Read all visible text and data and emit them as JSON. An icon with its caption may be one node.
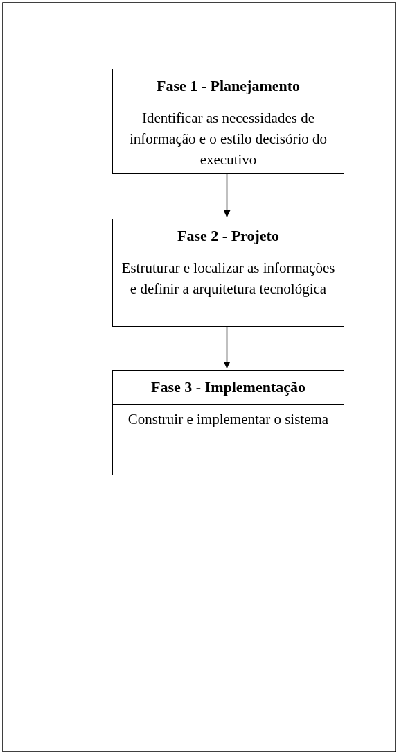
{
  "diagram": {
    "nodes": [
      {
        "text": [
          "Fase 1 - Planejamento",
          "Identificar as necessidades de informação e o estilo decisório do executivo"
        ]
      },
      {
        "text": [
          "Fase 2 - Projeto",
          "Estruturar e localizar as informações e definir a arquitetura tecnológica"
        ]
      },
      {
        "text": [
          "Fase 3 - Implementação",
          "Construir e implementar o sistema"
        ]
      }
    ],
    "edges": [
      {
        "from": 0,
        "to": 1,
        "arrow": "to"
      },
      {
        "from": 1,
        "to": 2,
        "arrow": "to"
      }
    ]
  }
}
